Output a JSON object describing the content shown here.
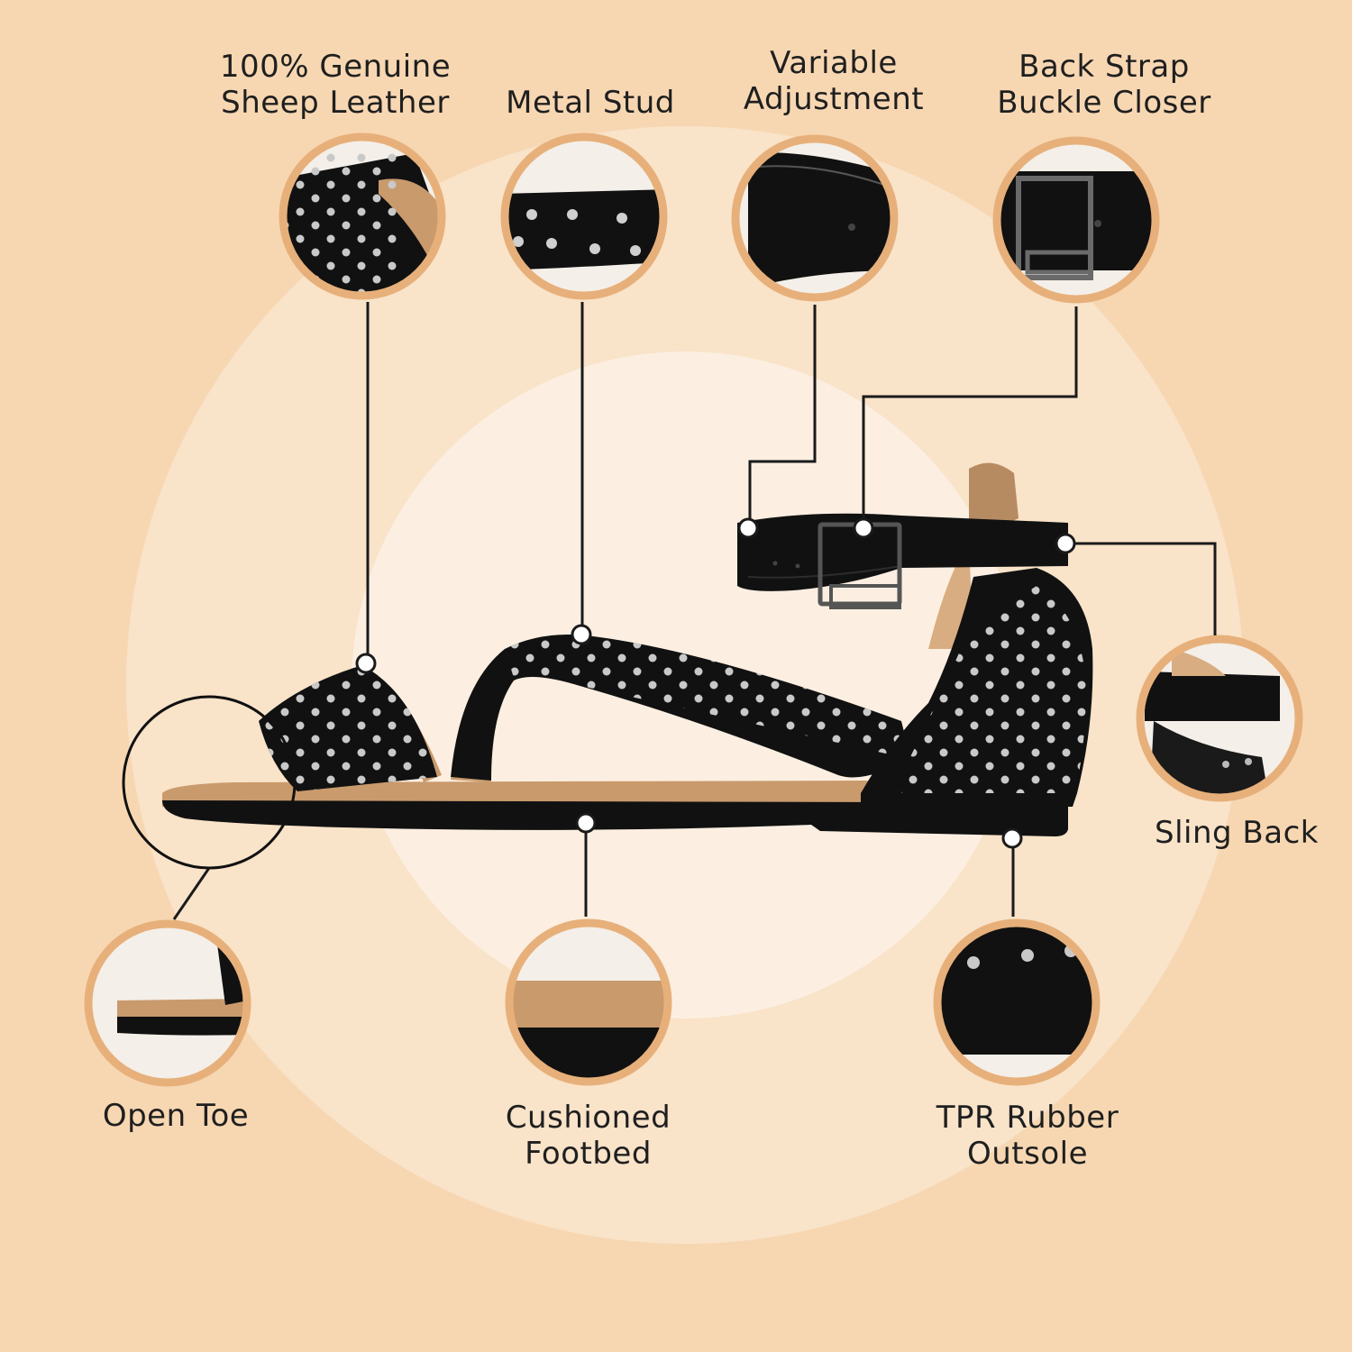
{
  "infographic": {
    "labels": {
      "genuine_leather": "100% Genuine\nSheep Leather",
      "metal_stud": "Metal Stud",
      "variable_adjustment": "Variable\nAdjustment",
      "buckle_closer": "Back Strap\nBuckle Closer",
      "sling_back": "Sling Back",
      "open_toe": "Open Toe",
      "cushioned_footbed": "Cushioned\nFootbed",
      "outsole": "TPR Rubber\nOutsole"
    },
    "colors": {
      "background": "#f7d7b2",
      "outer_glow": "#f9e3c9",
      "inner_glow": "#fcefe1",
      "ring_border": "#e7b07a",
      "leather": "#111111",
      "footbed": "#c99a6c",
      "stud": "#bfbfbf",
      "leader_line": "#1a1a1a"
    },
    "icons": {
      "product": "studded-ankle-strap-sandal",
      "detail_markers": "circle-pin-icon"
    }
  }
}
